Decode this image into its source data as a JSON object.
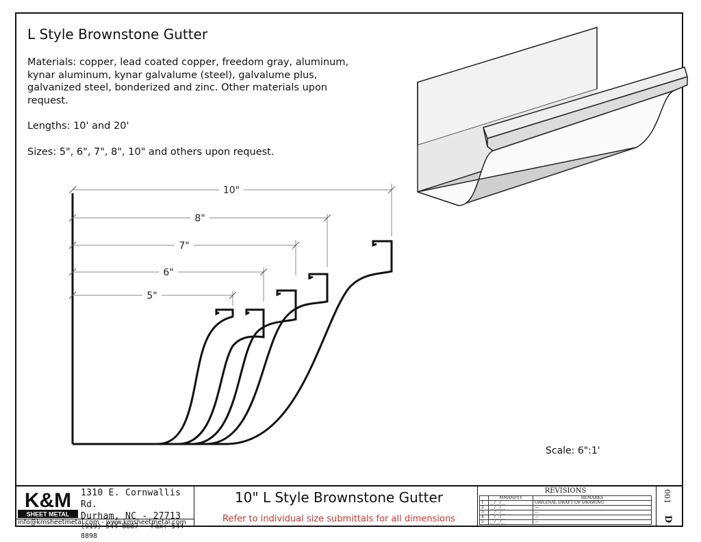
{
  "title": "L Style Brownstone Gutter",
  "description": {
    "materials": "Materials: copper, lead coated copper, freedom gray, aluminum, kynar aluminum, kynar galvalume (steel), galvalume plus, galvanized steel, bonderized and zinc. Other materials upon request.",
    "lengths": "Lengths: 10' and 20'",
    "sizes": "Sizes: 5\", 6\", 7\", 8\", 10\" and others upon request."
  },
  "dimensions": [
    "10\"",
    "8\"",
    "7\"",
    "6\"",
    "5\""
  ],
  "scale": "Scale: 6\":1'",
  "title_block": {
    "company_logo_text": "K&M",
    "company_logo_sub": "SHEET METAL",
    "address_line1": "1310 E. Cornwallis Rd.",
    "address_line2": "Durham, NC - 27713",
    "phone": "(919) 544-8887 - Fax: 544-8898",
    "contact": "info@kmsheetmetal.com - www.kmsheetmetal.com",
    "drawing_title": "10\" L Style Brownstone Gutter",
    "note": "Refer to individual size submittals for all dimensions",
    "revisions_title": "REVISIONS",
    "rev_col_date": "MM/DD/YY",
    "rev_col_remarks": "REMARKS",
    "rev_rows": [
      {
        "n": "1",
        "date": "__/__/__",
        "remark": "ORIGINAL DRAFT OF DRAWING"
      },
      {
        "n": "2",
        "date": "__/__/__",
        "remark": "—"
      },
      {
        "n": "3",
        "date": "__/__/__",
        "remark": "—"
      },
      {
        "n": "4",
        "date": "__/__/__",
        "remark": "—"
      },
      {
        "n": "5",
        "date": "__/__/__",
        "remark": "—"
      }
    ],
    "sheet_number": "001",
    "revision_letter": "D"
  },
  "colors": {
    "note_red": "#c0392b",
    "line": "#111111"
  }
}
